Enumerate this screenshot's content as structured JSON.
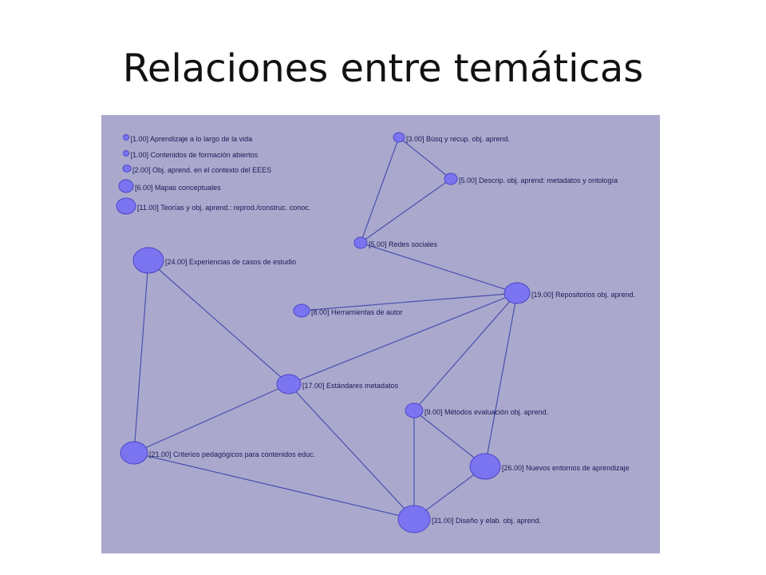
{
  "title": "Relaciones entre temáticas",
  "colors": {
    "panel": "#aaa9cd",
    "node_fill": "#7b74f0",
    "node_stroke": "#4c45c7",
    "edge": "#4a4fb0"
  },
  "nodes": [
    {
      "id": "n1",
      "label": "[1.00] Aprendizaje a lo largo de la vida",
      "weight": 1
    },
    {
      "id": "n2",
      "label": "[1.00] Contenidos de formación abiertos",
      "weight": 1
    },
    {
      "id": "n3",
      "label": "[2.00] Obj. aprend. en el contexto del EEES",
      "weight": 2
    },
    {
      "id": "n4",
      "label": "[6.00] Mapas conceptuales",
      "weight": 6
    },
    {
      "id": "n5",
      "label": "[11.00] Teorías y obj. aprend.: reprod./construc. conoc.",
      "weight": 11
    },
    {
      "id": "n6",
      "label": "[3.00] Búsq y recup. obj. aprend.",
      "weight": 3
    },
    {
      "id": "n7",
      "label": "[5.00] Descrip. obj. aprend: metadatos y ontología",
      "weight": 5
    },
    {
      "id": "n8",
      "label": "[5.00] Redes sociales",
      "weight": 5
    },
    {
      "id": "n9",
      "label": "[24.00] Experiencias de casos de estudio",
      "weight": 24
    },
    {
      "id": "n10",
      "label": "[19.00] Repositorios obj. aprend.",
      "weight": 19
    },
    {
      "id": "n11",
      "label": "[8.00] Herramientas de autor",
      "weight": 8
    },
    {
      "id": "n12",
      "label": "[17.00] Estándares metadatos",
      "weight": 17
    },
    {
      "id": "n13",
      "label": "[9.00] Métodos evaluación obj. aprend.",
      "weight": 9
    },
    {
      "id": "n14",
      "label": "[21.00] Criterios pedagógicos para contenidos educ.",
      "weight": 21
    },
    {
      "id": "n15",
      "label": "[26.00] Nuevos entornos de aprendizaje",
      "weight": 26
    },
    {
      "id": "n16",
      "label": "[31.00] Diseño y elab. obj. aprend.",
      "weight": 31
    }
  ],
  "edges": [
    [
      "n6",
      "n7"
    ],
    [
      "n6",
      "n8"
    ],
    [
      "n7",
      "n8"
    ],
    [
      "n8",
      "n10"
    ],
    [
      "n9",
      "n12"
    ],
    [
      "n9",
      "n14"
    ],
    [
      "n11",
      "n10"
    ],
    [
      "n12",
      "n10"
    ],
    [
      "n12",
      "n14"
    ],
    [
      "n12",
      "n16"
    ],
    [
      "n10",
      "n13"
    ],
    [
      "n10",
      "n15"
    ],
    [
      "n13",
      "n15"
    ],
    [
      "n13",
      "n16"
    ],
    [
      "n14",
      "n16"
    ],
    [
      "n16",
      "n15"
    ]
  ]
}
